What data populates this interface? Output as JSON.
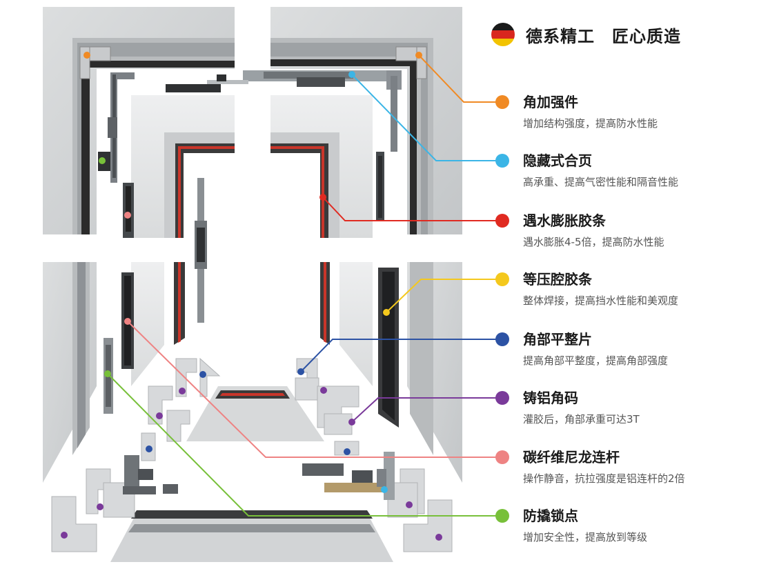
{
  "header": {
    "title": "德系精工　匠心质造",
    "flag_colors": [
      "#1a1a1a",
      "#d9271e",
      "#f2c300"
    ]
  },
  "features": [
    {
      "name": "角加强件",
      "desc": "增加结构强度，提高防水性能",
      "color": "#f08a24"
    },
    {
      "name": "隐藏式合页",
      "desc": "高承重、提高气密性能和隔音性能",
      "color": "#3bb5e6"
    },
    {
      "name": "遇水膨胀胶条",
      "desc": "遇水膨胀4-5倍，提高防水性能",
      "color": "#e02a21"
    },
    {
      "name": "等压腔胶条",
      "desc": "整体焊接，提高挡水性能和美观度",
      "color": "#f4c81d"
    },
    {
      "name": "角部平整片",
      "desc": "提高角部平整度，提高角部强度",
      "color": "#2c52a4"
    },
    {
      "name": "铸铝角码",
      "desc": "灌胶后，角部承重可达3T",
      "color": "#7a3a9a"
    },
    {
      "name": "碳纤维尼龙连杆",
      "desc": "操作静音，抗拉强度是铝连杆的2倍",
      "color": "#ee8383"
    },
    {
      "name": "防撬锁点",
      "desc": "增加安全性，提高放到等级",
      "color": "#78c03a"
    }
  ]
}
